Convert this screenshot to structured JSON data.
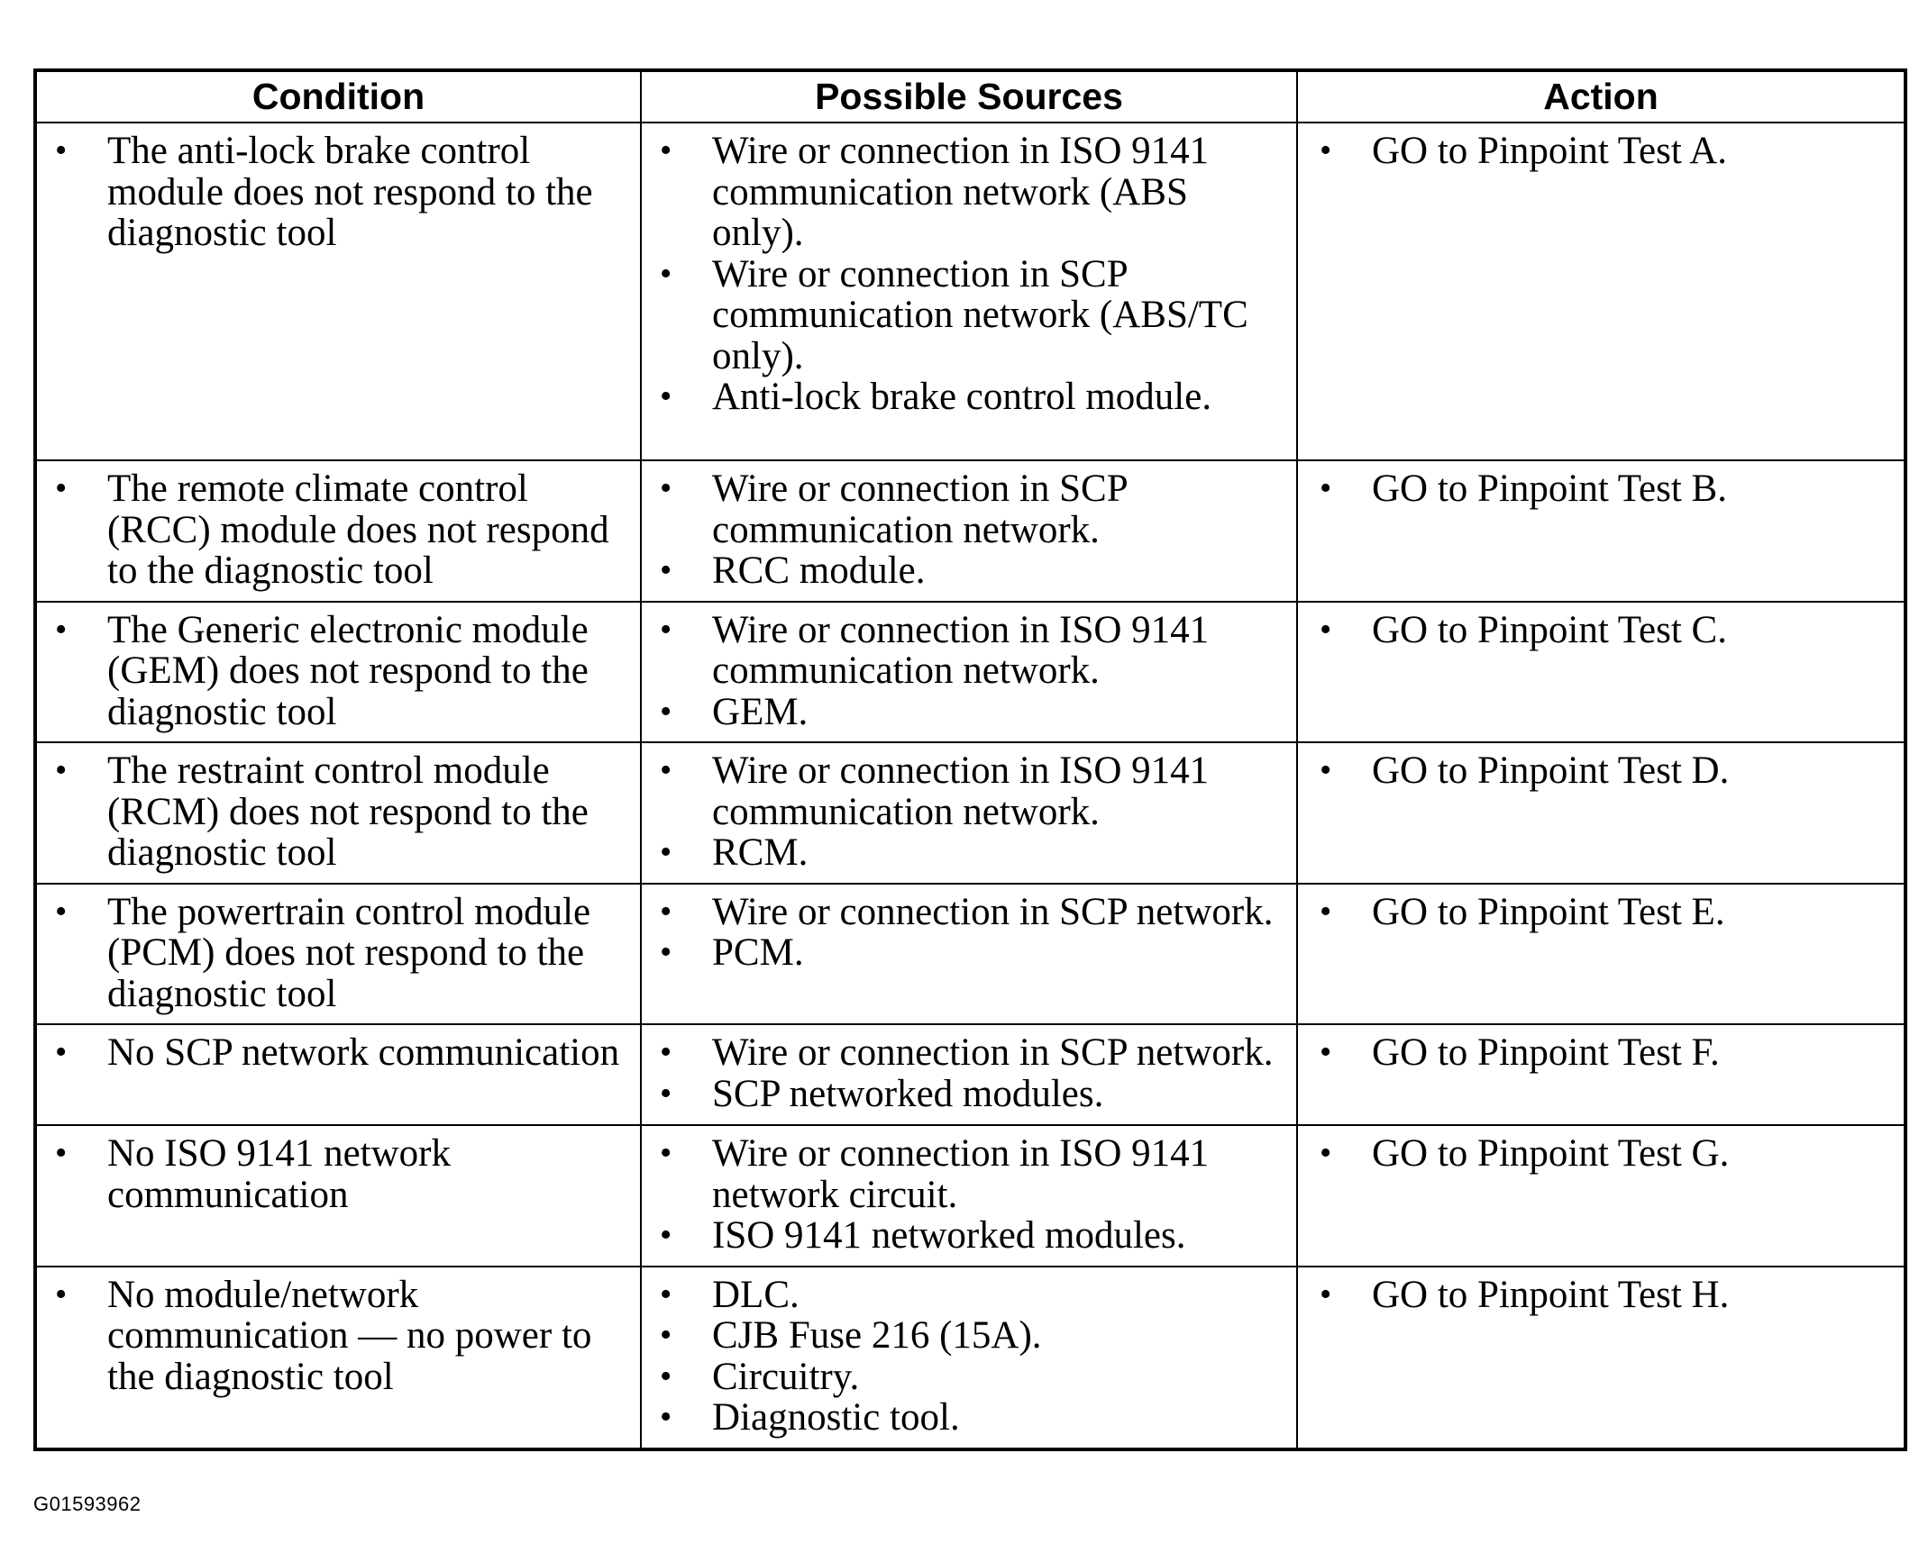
{
  "table": {
    "headers": {
      "condition": "Condition",
      "sources": "Possible Sources",
      "action": "Action"
    },
    "rows": [
      {
        "condition": "The anti-lock brake control module does not respond to the diagnostic tool",
        "sources": [
          "Wire or connection in ISO 9141 communication network (ABS only).",
          "Wire or connection in SCP communication network (ABS/TC only).",
          "Anti-lock brake control module."
        ],
        "action": "GO to Pinpoint Test A."
      },
      {
        "condition": "The remote climate control (RCC) module does not respond to the diagnostic tool",
        "sources": [
          "Wire or connection in SCP communication network.",
          "RCC module."
        ],
        "action": "GO to Pinpoint Test B."
      },
      {
        "condition": "The Generic electronic module (GEM) does not respond to the diagnostic tool",
        "sources": [
          "Wire or connection in ISO 9141 communication network.",
          "GEM."
        ],
        "action": "GO to Pinpoint Test C."
      },
      {
        "condition": "The restraint control module (RCM) does not respond to the diagnostic tool",
        "sources": [
          "Wire or connection in ISO 9141 communication network.",
          "RCM."
        ],
        "action": "GO to Pinpoint Test D."
      },
      {
        "condition": "The powertrain control module (PCM) does not respond to the diagnostic tool",
        "sources": [
          "Wire or connection in SCP network.",
          "PCM."
        ],
        "action": "GO to Pinpoint Test E."
      },
      {
        "condition": "No SCP network communication",
        "sources": [
          "Wire or connection in SCP network.",
          "SCP networked modules."
        ],
        "action": "GO to Pinpoint Test F."
      },
      {
        "condition": "No ISO 9141 network communication",
        "sources": [
          "Wire or connection in ISO 9141 network circuit.",
          "ISO 9141 networked modules."
        ],
        "action": "GO to Pinpoint Test G."
      },
      {
        "condition": "No module/network communication — no power to the diagnostic tool",
        "sources": [
          "DLC.",
          "CJB Fuse 216 (15A).",
          "Circuitry.",
          "Diagnostic tool."
        ],
        "action": "GO to Pinpoint Test H."
      }
    ]
  },
  "figure_id": "G01593962"
}
